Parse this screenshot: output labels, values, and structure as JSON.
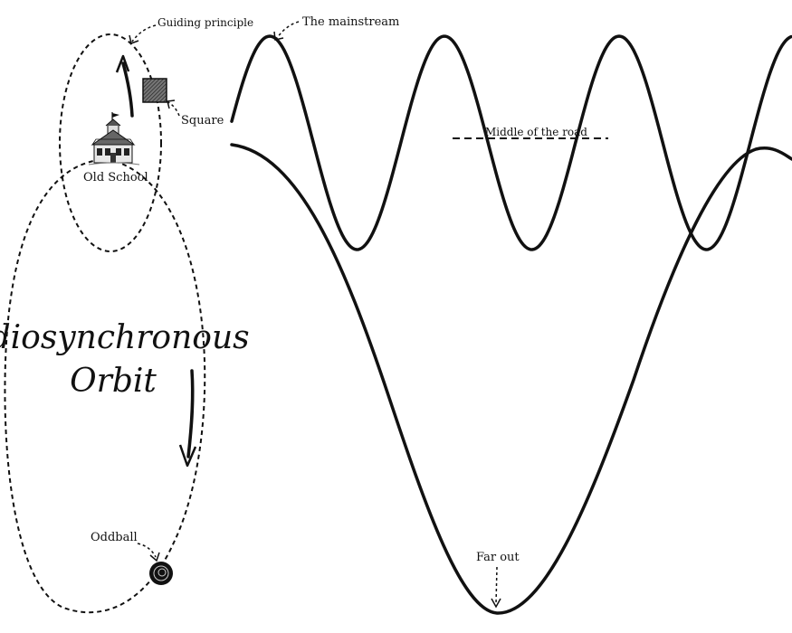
{
  "labels": {
    "guiding_principle": "Guiding principle",
    "mainstream": "The mainstream",
    "square": "Square",
    "middle_of_road": "Middle of the road",
    "old_school": "Old School",
    "title_line1": "Idiosynchronous",
    "title_line2": "Orbit",
    "oddball": "Oddball",
    "far_out": "Far out"
  },
  "colors": {
    "ink": "#111111",
    "paper": "#ffffff"
  },
  "icons": {
    "old_school": "schoolhouse-icon",
    "square": "square-icon",
    "oddball": "oddball-icon"
  }
}
